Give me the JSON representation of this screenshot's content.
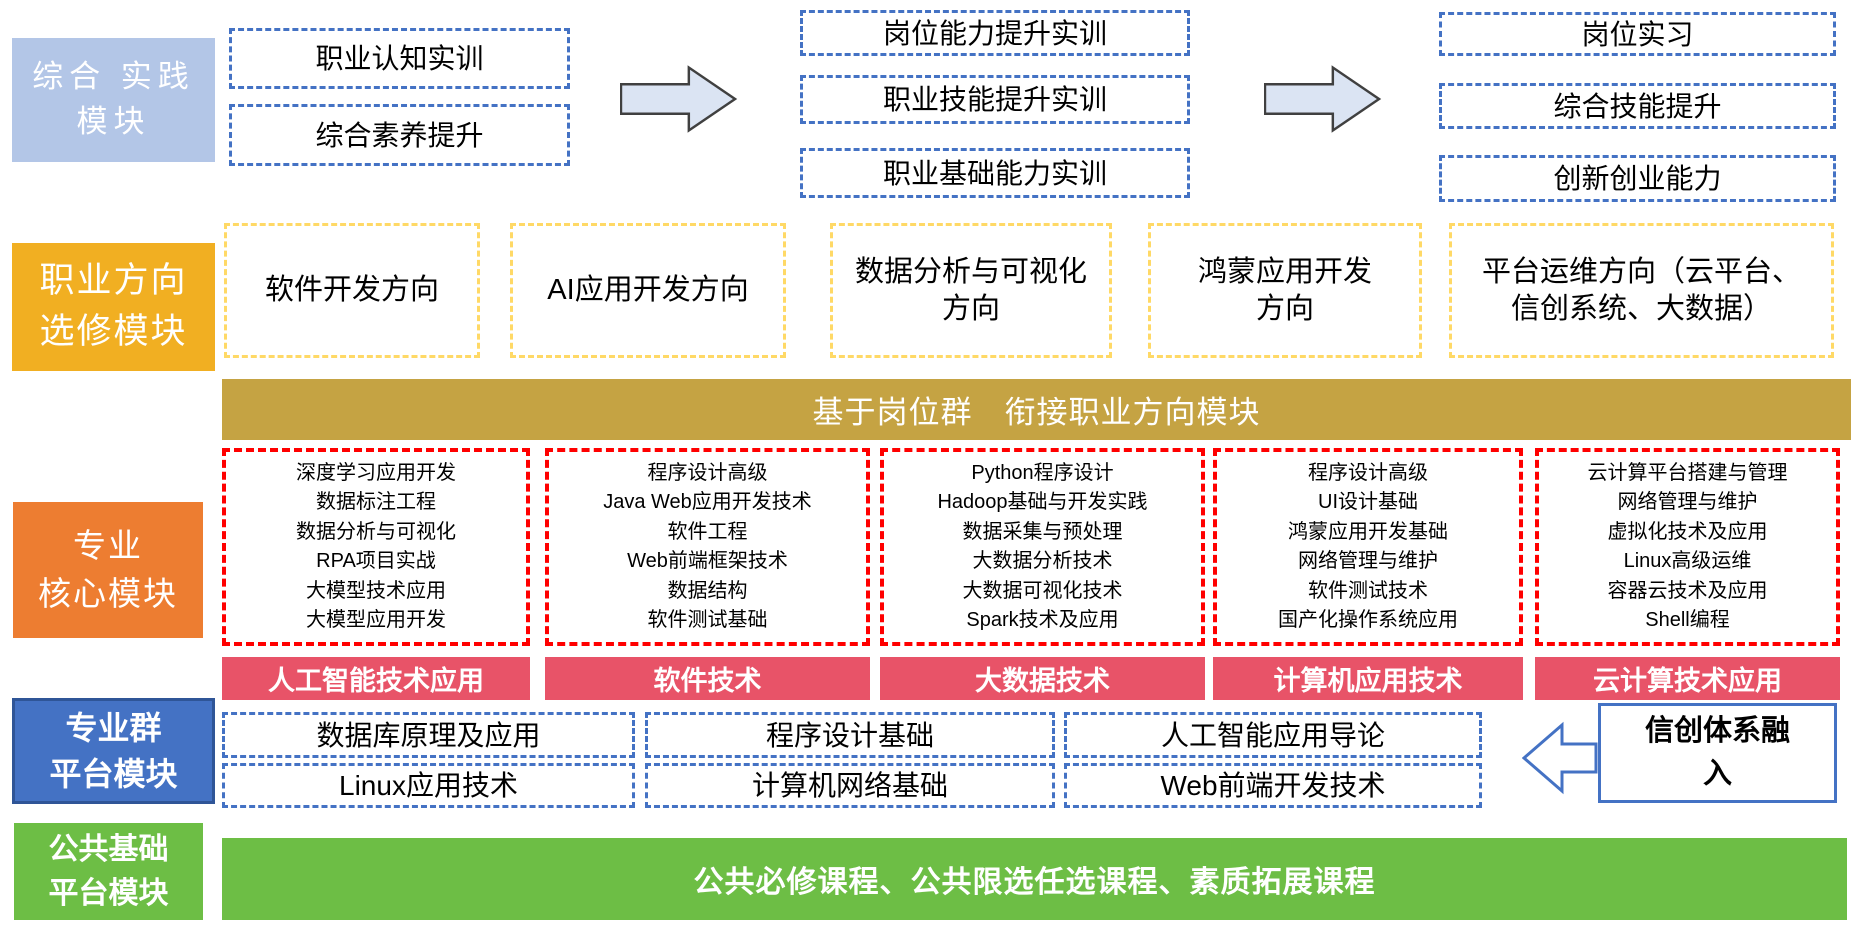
{
  "practice": {
    "label": "综合 实践\n模块",
    "stage1": [
      "职业认知实训",
      "综合素养提升"
    ],
    "stage2": [
      "岗位能力提升实训",
      "职业技能提升实训",
      "职业基础能力实训"
    ],
    "stage3": [
      "岗位实习",
      "综合技能提升",
      "创新创业能力"
    ]
  },
  "direction": {
    "label": "职业方向\n选修模块",
    "options": [
      "软件开发方向",
      "AI应用开发方向",
      "数据分析与可视化\n方向",
      "鸿蒙应用开发\n方向",
      "平台运维方向（云平台、\n信创系统、大数据）"
    ]
  },
  "bridge": {
    "bar": "基于岗位群　衔接职业方向模块"
  },
  "core": {
    "label": "专业\n核心模块",
    "groups": [
      {
        "courses": [
          "深度学习应用开发",
          "数据标注工程",
          "数据分析与可视化",
          "RPA项目实战",
          "大模型技术应用",
          "大模型应用开发"
        ],
        "tag": "人工智能技术应用"
      },
      {
        "courses": [
          "程序设计高级",
          "Java Web应用开发技术",
          "软件工程",
          "Web前端框架技术",
          "数据结构",
          "软件测试基础"
        ],
        "tag": "软件技术"
      },
      {
        "courses": [
          "Python程序设计",
          "Hadoop基础与开发实践",
          "数据采集与预处理",
          "大数据分析技术",
          "大数据可视化技术",
          "Spark技术及应用"
        ],
        "tag": "大数据技术"
      },
      {
        "courses": [
          "程序设计高级",
          "UI设计基础",
          "鸿蒙应用开发基础",
          "网络管理与维护",
          "软件测试技术",
          "国产化操作系统应用"
        ],
        "tag": "计算机应用技术"
      },
      {
        "courses": [
          "云计算平台搭建与管理",
          "网络管理与维护",
          "虚拟化技术及应用",
          "Linux高级运维",
          "容器云技术及应用",
          "Shell编程"
        ],
        "tag": "云计算技术应用"
      }
    ]
  },
  "platform": {
    "label": "专业群\n平台模块",
    "row1": [
      "数据库原理及应用",
      "程序设计基础",
      "人工智能应用导论"
    ],
    "row2": [
      "Linux应用技术",
      "计算机网络基础",
      "Web前端开发技术"
    ],
    "callout": "信创体系融入"
  },
  "public": {
    "label": "公共基础\n平台模块",
    "bar": "公共必修课程、公共限选任选课程、素质拓展课程"
  },
  "colors": {
    "practice_label_bg": "#B3C6E7",
    "blue_dash_border": "#4472C4",
    "flow_arrow_fill": "#DBE4F3",
    "direction_label_bg": "#F1AF22",
    "yellow_dash_border": "#FFD966",
    "bridge_bar_bg": "#C5A343",
    "core_label_bg": "#ED7D31",
    "red_dash_border": "#FF0000",
    "major_tag_bg": "#E85368",
    "platform_label_bg": "#4472C4",
    "public_green": "#6DBE45"
  }
}
